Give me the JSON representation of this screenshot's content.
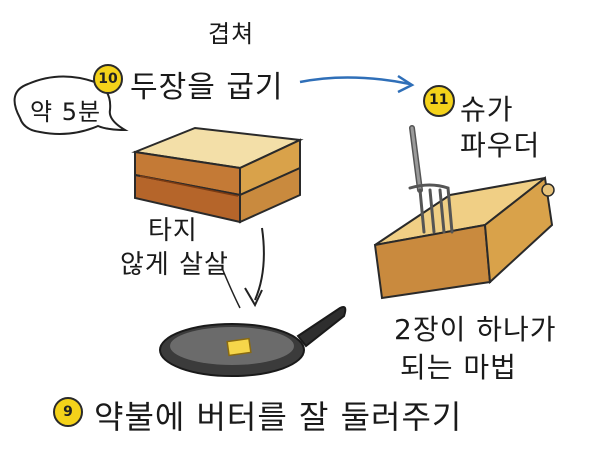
{
  "step10": {
    "badge": "10",
    "title": "두장을 굽기",
    "annotation": "겹쳐",
    "bubble": "약 5분"
  },
  "step11": {
    "badge": "11",
    "line1": "슈가",
    "line2": "파우더"
  },
  "magic": {
    "line1": "2장이 하나가",
    "line2": "되는 마법"
  },
  "toast_note": {
    "line1": "타지",
    "line2": "않게 살살"
  },
  "step9": {
    "badge": "9",
    "text": "약불에 버터를 잘 둘러주기"
  },
  "colors": {
    "badge": "#f4d21a",
    "arrow": "#2f6fb8",
    "toast": "#d9a24a",
    "crust": "#b5652a",
    "pan": "#3b3b3b"
  }
}
